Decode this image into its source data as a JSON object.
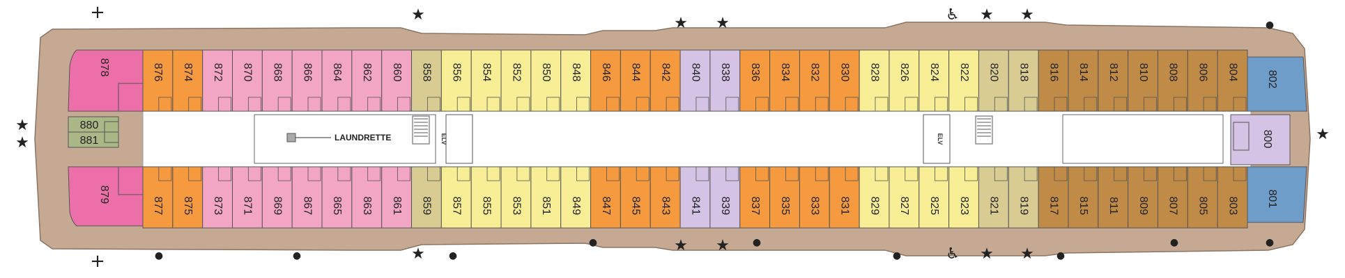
{
  "colors": {
    "deck_wood": "#c6a993",
    "corridor": "#ffffff",
    "pink": "#ec6fa9",
    "light_pink": "#f3a6c4",
    "orange": "#f59a3e",
    "yellow": "#f8ee95",
    "tan": "#d9cc93",
    "lavender": "#d4c3e4",
    "brown": "#c08a47",
    "blue": "#6f9dc9",
    "green": "#a9b886",
    "outline": "#555555"
  },
  "labels": {
    "laundrette": "LAUNDRETTE",
    "elevator": "ELV"
  },
  "icons": {
    "star": "★",
    "dot": "●",
    "plus": "+",
    "accessible": "♿"
  },
  "cabins_top": [
    {
      "num": "876",
      "color": "orange"
    },
    {
      "num": "874",
      "color": "orange"
    },
    {
      "num": "872",
      "color": "light_pink"
    },
    {
      "num": "870",
      "color": "light_pink"
    },
    {
      "num": "868",
      "color": "light_pink"
    },
    {
      "num": "866",
      "color": "light_pink"
    },
    {
      "num": "864",
      "color": "light_pink"
    },
    {
      "num": "862",
      "color": "light_pink"
    },
    {
      "num": "860",
      "color": "light_pink"
    },
    {
      "num": "858",
      "color": "tan"
    },
    {
      "num": "856",
      "color": "yellow"
    },
    {
      "num": "854",
      "color": "yellow"
    },
    {
      "num": "852",
      "color": "yellow"
    },
    {
      "num": "850",
      "color": "yellow"
    },
    {
      "num": "848",
      "color": "yellow"
    },
    {
      "num": "846",
      "color": "orange"
    },
    {
      "num": "844",
      "color": "orange"
    },
    {
      "num": "842",
      "color": "orange"
    },
    {
      "num": "840",
      "color": "lavender"
    },
    {
      "num": "838",
      "color": "lavender"
    },
    {
      "num": "836",
      "color": "orange"
    },
    {
      "num": "834",
      "color": "orange"
    },
    {
      "num": "832",
      "color": "orange"
    },
    {
      "num": "830",
      "color": "orange"
    },
    {
      "num": "828",
      "color": "yellow"
    },
    {
      "num": "826",
      "color": "yellow"
    },
    {
      "num": "824",
      "color": "yellow"
    },
    {
      "num": "822",
      "color": "yellow"
    },
    {
      "num": "820",
      "color": "tan"
    },
    {
      "num": "818",
      "color": "tan"
    },
    {
      "num": "816",
      "color": "brown"
    },
    {
      "num": "814",
      "color": "brown"
    },
    {
      "num": "812",
      "color": "brown"
    },
    {
      "num": "810",
      "color": "brown"
    },
    {
      "num": "808",
      "color": "brown"
    },
    {
      "num": "806",
      "color": "brown"
    },
    {
      "num": "804",
      "color": "brown"
    }
  ],
  "cabins_bottom": [
    {
      "num": "877",
      "color": "orange"
    },
    {
      "num": "875",
      "color": "orange"
    },
    {
      "num": "873",
      "color": "light_pink"
    },
    {
      "num": "871",
      "color": "light_pink"
    },
    {
      "num": "869",
      "color": "light_pink"
    },
    {
      "num": "867",
      "color": "light_pink"
    },
    {
      "num": "865",
      "color": "light_pink"
    },
    {
      "num": "863",
      "color": "light_pink"
    },
    {
      "num": "861",
      "color": "light_pink"
    },
    {
      "num": "859",
      "color": "tan"
    },
    {
      "num": "857",
      "color": "yellow"
    },
    {
      "num": "855",
      "color": "yellow"
    },
    {
      "num": "853",
      "color": "yellow"
    },
    {
      "num": "851",
      "color": "yellow"
    },
    {
      "num": "849",
      "color": "yellow"
    },
    {
      "num": "847",
      "color": "orange"
    },
    {
      "num": "845",
      "color": "orange"
    },
    {
      "num": "843",
      "color": "orange"
    },
    {
      "num": "841",
      "color": "lavender"
    },
    {
      "num": "839",
      "color": "lavender"
    },
    {
      "num": "837",
      "color": "orange"
    },
    {
      "num": "835",
      "color": "orange"
    },
    {
      "num": "833",
      "color": "orange"
    },
    {
      "num": "831",
      "color": "orange"
    },
    {
      "num": "829",
      "color": "yellow"
    },
    {
      "num": "827",
      "color": "yellow"
    },
    {
      "num": "825",
      "color": "yellow"
    },
    {
      "num": "823",
      "color": "yellow"
    },
    {
      "num": "821",
      "color": "tan"
    },
    {
      "num": "819",
      "color": "tan"
    },
    {
      "num": "817",
      "color": "brown"
    },
    {
      "num": "815",
      "color": "brown"
    },
    {
      "num": "811",
      "color": "brown"
    },
    {
      "num": "809",
      "color": "brown"
    },
    {
      "num": "807",
      "color": "brown"
    },
    {
      "num": "805",
      "color": "brown"
    },
    {
      "num": "803",
      "color": "brown"
    }
  ],
  "special_cabins": {
    "aft_top": "878",
    "aft_bottom": "879",
    "aft_mid_1": "880",
    "aft_mid_2": "881",
    "fwd_top": "802",
    "fwd_mid": "800",
    "fwd_bottom": "801"
  }
}
